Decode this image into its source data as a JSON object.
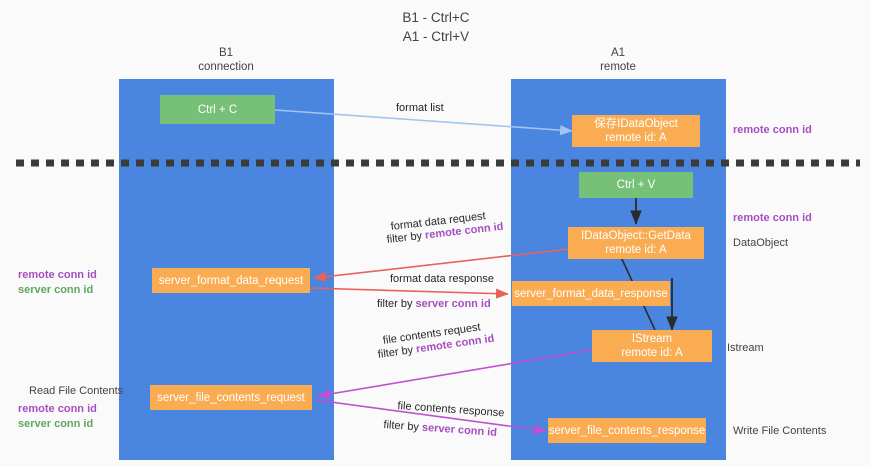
{
  "title": "B1 - Ctrl+C\nA1 - Ctrl+V",
  "lanes": [
    {
      "name": "b1-connection",
      "title": "B1\nconnection"
    },
    {
      "name": "a1-remote",
      "title": "A1\nremote"
    }
  ],
  "nodes": {
    "ctrl_c": "Ctrl + C",
    "ctrl_v": "Ctrl + V",
    "save_idataobject": "保存IDataObject\nremote id: A",
    "getdata": "IDataObject::GetData\nremote id: A",
    "istream": "IStream\nremote id: A",
    "server_format_data_request": "server_format_data_request",
    "server_format_data_response": "server_format_data_response",
    "server_file_contents_request": "server_file_contents_request",
    "server_file_contents_response": "server_file_contents_response"
  },
  "edges": {
    "format_list": "format list",
    "format_data_request": "format data request",
    "format_data_request_filter_prefix": "filter by ",
    "format_data_request_filter_value": "remote conn id",
    "format_data_response": "format data response",
    "format_data_response_filter_prefix": "filter by ",
    "format_data_response_filter_value": "server conn id",
    "file_contents_request": "file contents request",
    "file_contents_request_filter_prefix": "filter by ",
    "file_contents_request_filter_value": "remote conn id",
    "file_contents_response": "file contents response",
    "file_contents_response_filter_prefix": "filter by ",
    "file_contents_response_filter_value": "server conn id"
  },
  "right_labels": {
    "remote_conn_id_top": "remote conn id",
    "remote_conn_id_mid": "remote conn id",
    "dataobject": "DataObject",
    "istream": "Istream",
    "write_file_contents": "Write File Contents"
  },
  "left_labels": {
    "conn_ids_mid_purple": "remote conn id",
    "conn_ids_mid_green": "server conn id",
    "read_file_contents": "Read File Contents",
    "conn_ids_bottom_purple": "remote conn id",
    "conn_ids_bottom_green": "server conn id"
  },
  "colors": {
    "lane": "#4a86e0",
    "green_node": "#76c077",
    "orange_node": "#f9ac52",
    "purple_text": "#a64ec1",
    "green_text": "#5fa65f",
    "red_arrow": "#e8625c",
    "magenta_arrow": "#c050d0",
    "blue_arrow": "#9fc5f0",
    "divider": "#3b3b3b"
  }
}
